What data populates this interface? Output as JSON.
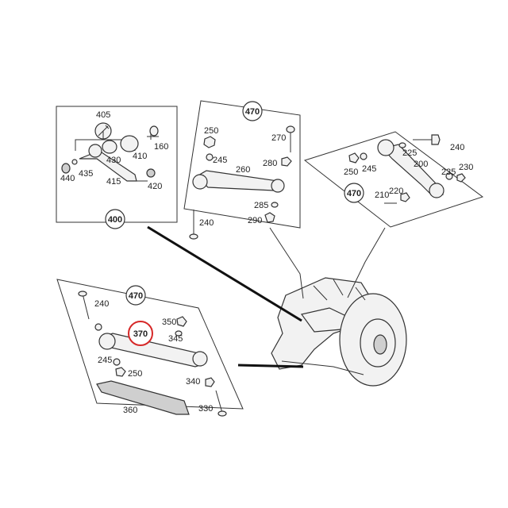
{
  "callouts": [
    {
      "text": "400",
      "highlight": false
    },
    {
      "text": "470",
      "highlight": false
    },
    {
      "text": "470",
      "highlight": false
    },
    {
      "text": "470",
      "highlight": false
    },
    {
      "text": "370",
      "highlight": true
    }
  ],
  "labels": [
    "405",
    "160",
    "430",
    "410",
    "440",
    "435",
    "415",
    "420",
    "250",
    "270",
    "245",
    "280",
    "260",
    "285",
    "290",
    "240",
    "225",
    "240",
    "250",
    "245",
    "200",
    "235",
    "230",
    "210",
    "220",
    "240",
    "350",
    "345",
    "245",
    "250",
    "340",
    "330",
    "360"
  ],
  "colors": {
    "highlight": "#d62828",
    "ink": "#333333"
  }
}
